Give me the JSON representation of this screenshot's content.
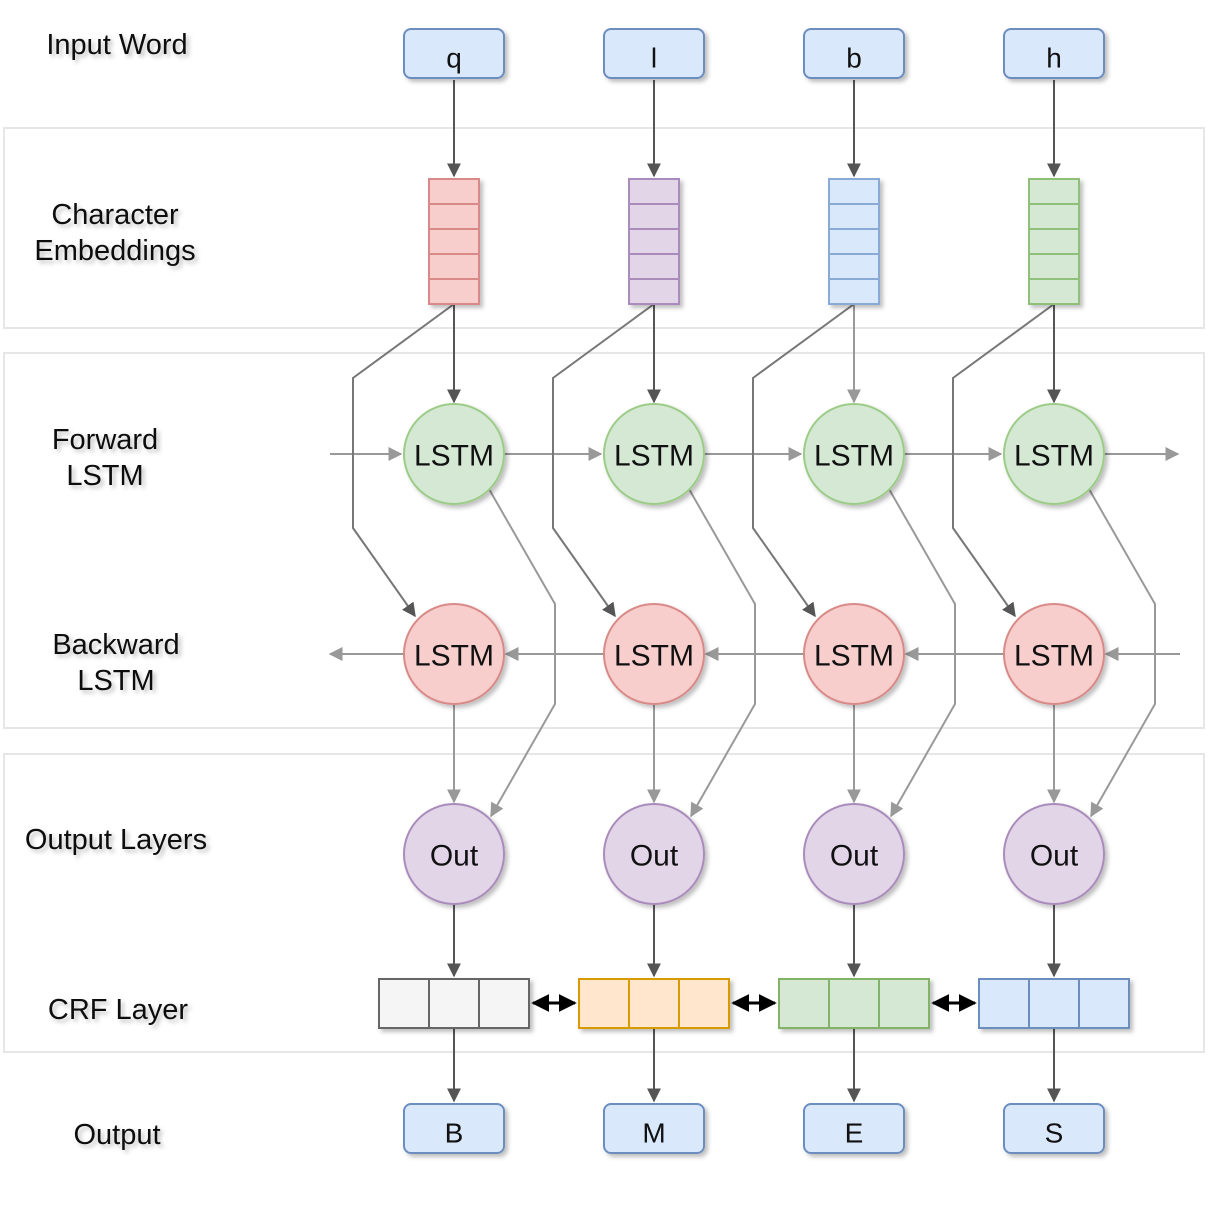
{
  "labels": {
    "input_word": "Input Word",
    "char_emb_1": "Character",
    "char_emb_2": "Embeddings",
    "forward_1": "Forward",
    "forward_2": "LSTM",
    "backward_1": "Backward",
    "backward_2": "LSTM",
    "output_layers": "Output Layers",
    "crf_layer": "CRF Layer",
    "output": "Output"
  },
  "columns": [
    {
      "char": "q",
      "emb_color": "#f8cecc",
      "emb_stroke": "#d88a88",
      "crf_fill": "#f5f5f5",
      "crf_stroke": "#666666",
      "tag": "B"
    },
    {
      "char": "l",
      "emb_color": "#e1d5e7",
      "emb_stroke": "#a98cbb",
      "crf_fill": "#ffe6cc",
      "crf_stroke": "#d79b00",
      "tag": "M"
    },
    {
      "char": "b",
      "emb_color": "#dae8fc",
      "emb_stroke": "#8aaad6",
      "crf_fill": "#d5e8d4",
      "crf_stroke": "#82b366",
      "tag": "E"
    },
    {
      "char": "h",
      "emb_color": "#d5e8d4",
      "emb_stroke": "#8fbf79",
      "crf_fill": "#dae8fc",
      "crf_stroke": "#6c8ebf",
      "tag": "S"
    }
  ],
  "nodes": {
    "forward": "LSTM",
    "backward": "LSTM",
    "out": "Out"
  },
  "colors": {
    "box_fill": "#dae8fc",
    "box_stroke": "#6c8ebf",
    "lstm_fwd_fill": "#d5e8d4",
    "lstm_fwd_stroke": "#9ccc87",
    "lstm_bwd_fill": "#f8cecc",
    "lstm_bwd_stroke": "#d88a88",
    "out_fill": "#e1d5e7",
    "out_stroke": "#a98cbb"
  }
}
